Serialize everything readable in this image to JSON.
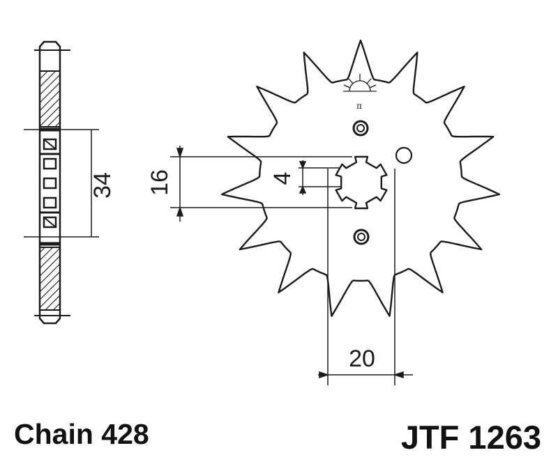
{
  "dimensions": {
    "side_width": "34",
    "hub_diameter": "16",
    "spline_depth": "4",
    "hub_bore": "20"
  },
  "caption": {
    "chain": "Chain 428",
    "part_number": "JTF 1263"
  },
  "sprocket": {
    "teeth": 15
  },
  "colors": {
    "line": "#1a1a1a",
    "background": "#ffffff"
  }
}
